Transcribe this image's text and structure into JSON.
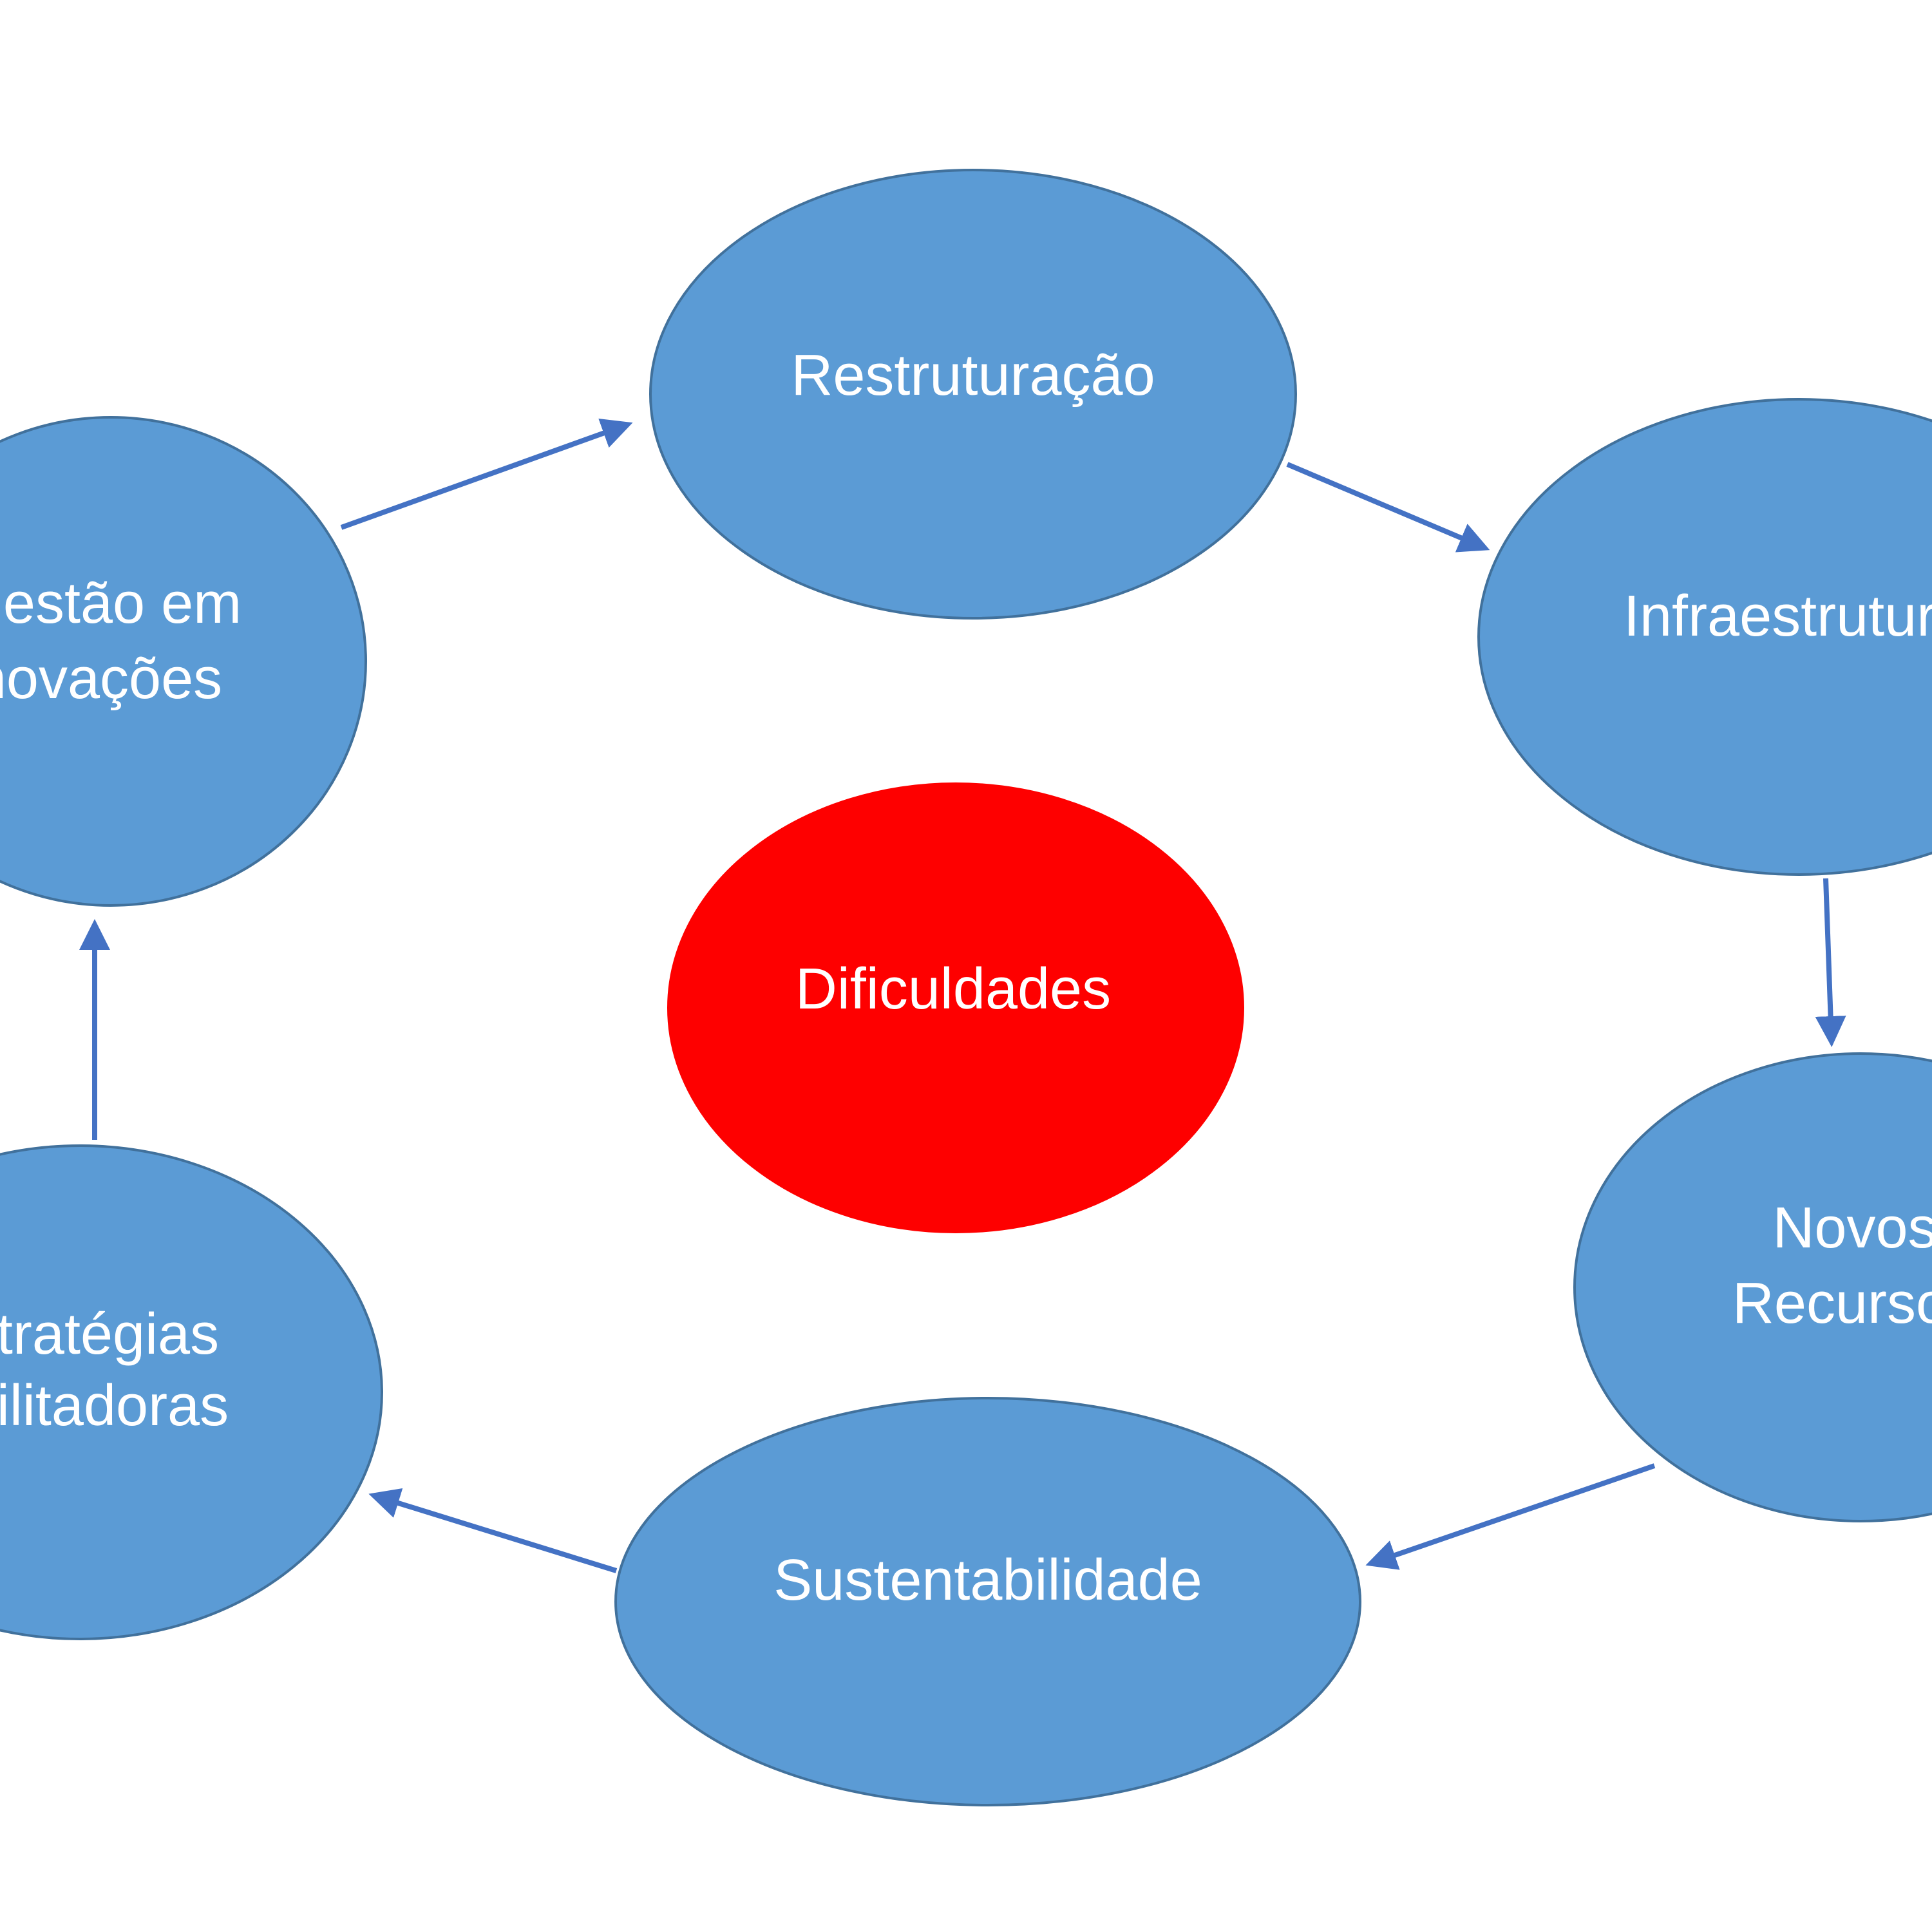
{
  "diagram": {
    "center": {
      "label": "Dificuldades",
      "color": "#fe0000"
    },
    "nodes": [
      {
        "id": "restruturacao",
        "lines": [
          "Restruturação"
        ]
      },
      {
        "id": "infraestrutura",
        "lines": [
          "Infraestrutura"
        ]
      },
      {
        "id": "novos-recursos",
        "lines": [
          "Novos",
          "Recursos"
        ]
      },
      {
        "id": "sustentabilidade",
        "lines": [
          "Sustentabilidade"
        ]
      },
      {
        "id": "estrategias",
        "lines": [
          "Estratégias",
          "Facilitadoras"
        ]
      },
      {
        "id": "gestao",
        "lines": [
          "Gestão em",
          "Inovações"
        ]
      }
    ],
    "node_color": "#5b9bd5",
    "arrow_color": "#4472c4",
    "edges": [
      [
        "gestao",
        "restruturacao"
      ],
      [
        "restruturacao",
        "infraestrutura"
      ],
      [
        "infraestrutura",
        "novos-recursos"
      ],
      [
        "novos-recursos",
        "sustentabilidade"
      ],
      [
        "sustentabilidade",
        "estrategias"
      ],
      [
        "estrategias",
        "gestao"
      ]
    ]
  }
}
